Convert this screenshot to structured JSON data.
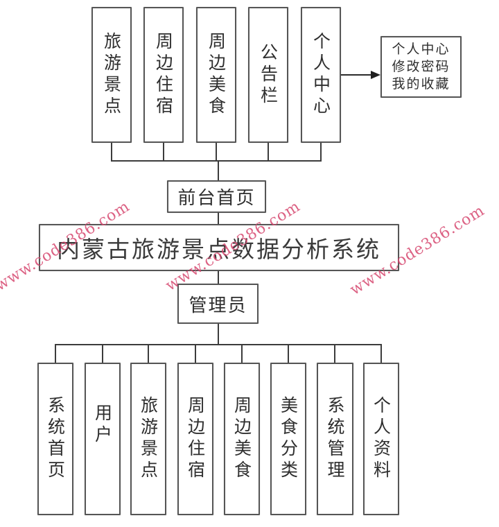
{
  "diagram": {
    "title": "内蒙古旅游景点数据分析系统",
    "frontend": {
      "label": "前台首页",
      "modules": [
        {
          "label": "旅游景点"
        },
        {
          "label": "周边住宿"
        },
        {
          "label": "周边美食"
        },
        {
          "label": "公告栏"
        },
        {
          "label": "个人中心"
        }
      ],
      "personal_center_submenu": [
        "个人中心",
        "修改密码",
        "我的收藏"
      ]
    },
    "backend": {
      "label": "管理员",
      "modules": [
        {
          "label": "系统首页"
        },
        {
          "label": "用户"
        },
        {
          "label": "旅游景点"
        },
        {
          "label": "周边住宿"
        },
        {
          "label": "周边美食"
        },
        {
          "label": "美食分类"
        },
        {
          "label": "系统管理"
        },
        {
          "label": "个人资料"
        }
      ]
    }
  },
  "watermark": {
    "text": "www.code386.com",
    "color": "#d6466e"
  },
  "colors": {
    "border": "#555555",
    "line": "#3b3b3b",
    "text": "#2e2e2e"
  }
}
